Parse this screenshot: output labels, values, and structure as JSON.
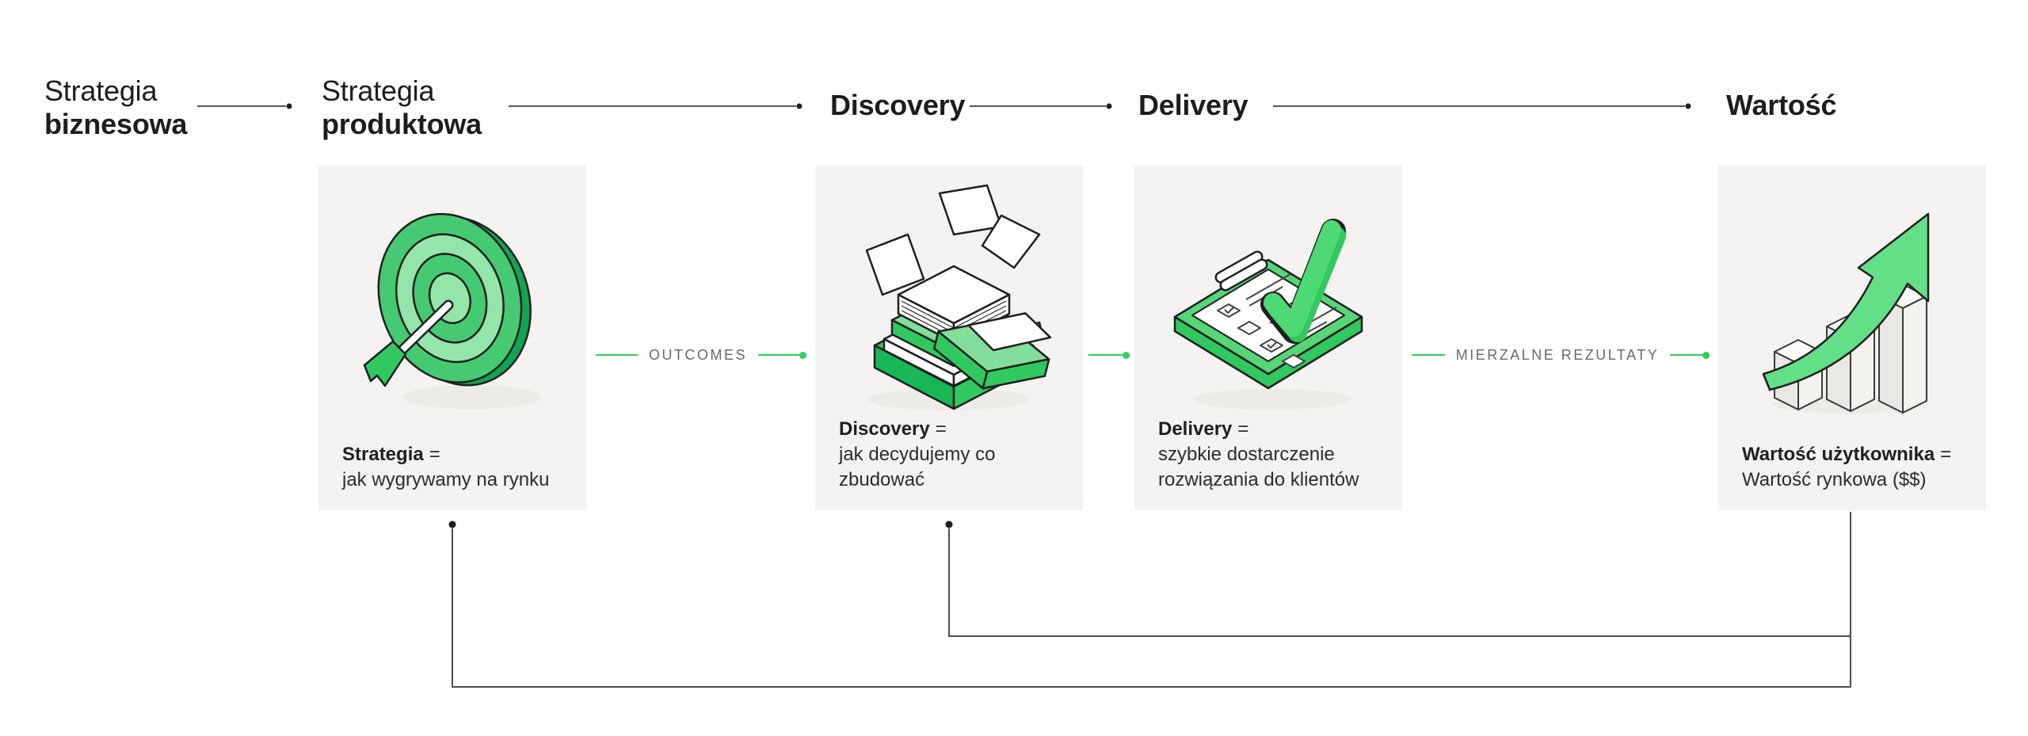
{
  "flow_headers": {
    "strategia_biznesowa": {
      "line1": "Strategia",
      "line2": "biznesowa"
    },
    "strategia_produktowa": {
      "line1": "Strategia",
      "line2": "produktowa"
    },
    "discovery": "Discovery",
    "delivery": "Delivery",
    "wartosc": "Wartość"
  },
  "connectors": {
    "outcomes": "OUTCOMES",
    "mierzalne": "MIERZALNE REZULTATY"
  },
  "cards": [
    {
      "icon": "target-icon",
      "title_bold": "Strategia",
      "title_suffix": "=",
      "desc1": "jak wygrywamy na rynku"
    },
    {
      "icon": "books-icon",
      "title_bold": "Discovery",
      "title_suffix": "=",
      "desc1": "jak decydujemy co zbudować"
    },
    {
      "icon": "checklist-icon",
      "title_bold": "Delivery",
      "title_suffix": "=",
      "desc1": "szybkie dostarczenie",
      "desc2": "rozwiązania do klientów"
    },
    {
      "icon": "growth-chart-icon",
      "title_bold": "Wartość użytkownika",
      "title_suffix": "=",
      "desc1": "Wartość rynkowa ($$)"
    }
  ],
  "colors": {
    "page_bg": "#ffffff",
    "card_bg": "#f4f3f1",
    "heading_text": "#1d1d1d",
    "body_text": "#2c2c2c",
    "muted_label": "#666a6e",
    "accent_green": "#2ad25c",
    "illustration_green": "#2fc95f",
    "illustration_green_light": "#94e5a9",
    "illustration_green_dark": "#0fa553",
    "feedback_line": "#4d4d4d"
  }
}
